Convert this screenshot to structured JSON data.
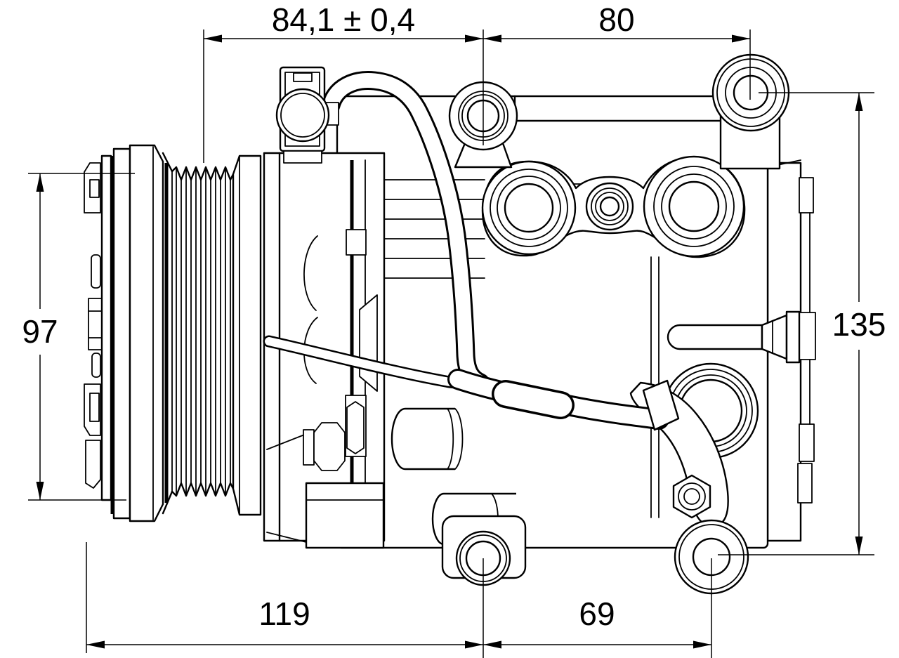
{
  "drawing": {
    "type": "technical-line-drawing",
    "subject": "ac-compressor-side-view-with-clutch-pulley",
    "colors": {
      "line": "#000000",
      "background": "#ffffff"
    },
    "dimensions": {
      "top_left": {
        "label": "84,1 ± 0,4"
      },
      "top_right": {
        "label": "80"
      },
      "left": {
        "label": "97"
      },
      "right": {
        "label": "135"
      },
      "bottom_left": {
        "label": "119"
      },
      "bottom_right": {
        "label": "69"
      }
    }
  }
}
